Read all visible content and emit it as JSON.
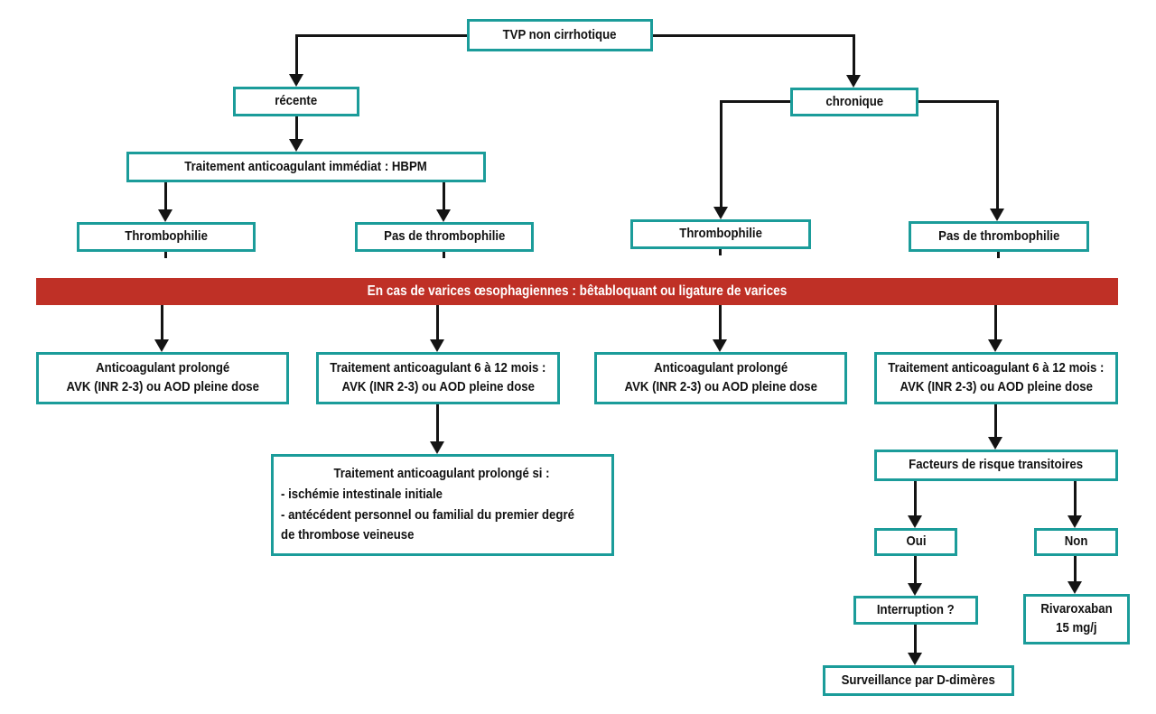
{
  "palette": {
    "teal": "#1b9c9a",
    "red": "#bf3026",
    "line": "#141414",
    "text": "#111111"
  },
  "banner": {
    "text": "En cas de varices œsophagiennes : bêtabloquant ou ligature de varices"
  },
  "nodes": {
    "root": {
      "label": "TVP non cirrhotique"
    },
    "recente": {
      "label": "récente"
    },
    "chronique": {
      "label": "chronique"
    },
    "hbpm": {
      "label": "Traitement anticoagulant immédiat : HBPM"
    },
    "thrombo_left": {
      "label": "Thrombophilie"
    },
    "no_thrombo_left": {
      "label": "Pas de thrombophilie"
    },
    "thrombo_right": {
      "label": "Thrombophilie"
    },
    "no_thrombo_right": {
      "label": "Pas de thrombophilie"
    },
    "anticoag_prolonge_left": {
      "lines": [
        "Anticoagulant prolongé",
        "AVK (INR 2-3) ou AOD pleine dose"
      ]
    },
    "anticoag_6_12_left": {
      "lines": [
        "Traitement anticoagulant 6 à 12 mois :",
        "AVK (INR 2-3) ou AOD pleine dose"
      ]
    },
    "anticoag_prolonge_right": {
      "lines": [
        "Anticoagulant prolongé",
        "AVK (INR 2-3) ou AOD pleine dose"
      ]
    },
    "anticoag_6_12_right": {
      "lines": [
        "Traitement anticoagulant 6 à 12 mois :",
        "AVK (INR 2-3) ou AOD pleine dose"
      ]
    },
    "prolonge_si": {
      "title": "Traitement anticoagulant prolongé si :",
      "items": [
        "- ischémie intestinale initiale",
        "- antécédent personnel ou familial du premier degré",
        "de thrombose veineuse"
      ]
    },
    "facteurs": {
      "label": "Facteurs de risque transitoires"
    },
    "oui": {
      "label": "Oui"
    },
    "non": {
      "label": "Non"
    },
    "interruption": {
      "label": "Interruption ?"
    },
    "rivaroxaban": {
      "lines": [
        "Rivaroxaban",
        "15 mg/j"
      ]
    },
    "surveillance": {
      "label": "Surveillance par D-dimères"
    }
  }
}
